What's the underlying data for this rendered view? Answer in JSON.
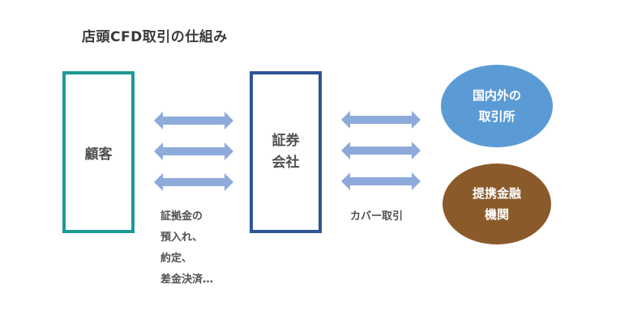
{
  "title": "店頭CFD取引の仕組み",
  "nodes": {
    "customer": "顧客",
    "broker": [
      "証券",
      "会社"
    ],
    "exchange": [
      "国内外の",
      "取引所"
    ],
    "finance": [
      "提携金融",
      "機関"
    ]
  },
  "notes": {
    "left": [
      "証拠金の",
      "預入れ、",
      "約定、",
      "差金決済…"
    ],
    "right": "カバー取引"
  },
  "colors": {
    "customer_border": "#1e9a94",
    "broker_border": "#2f5597",
    "exchange_fill": "#5b9bd5",
    "finance_fill": "#8b5a2b",
    "arrow": "#8eaadb"
  }
}
